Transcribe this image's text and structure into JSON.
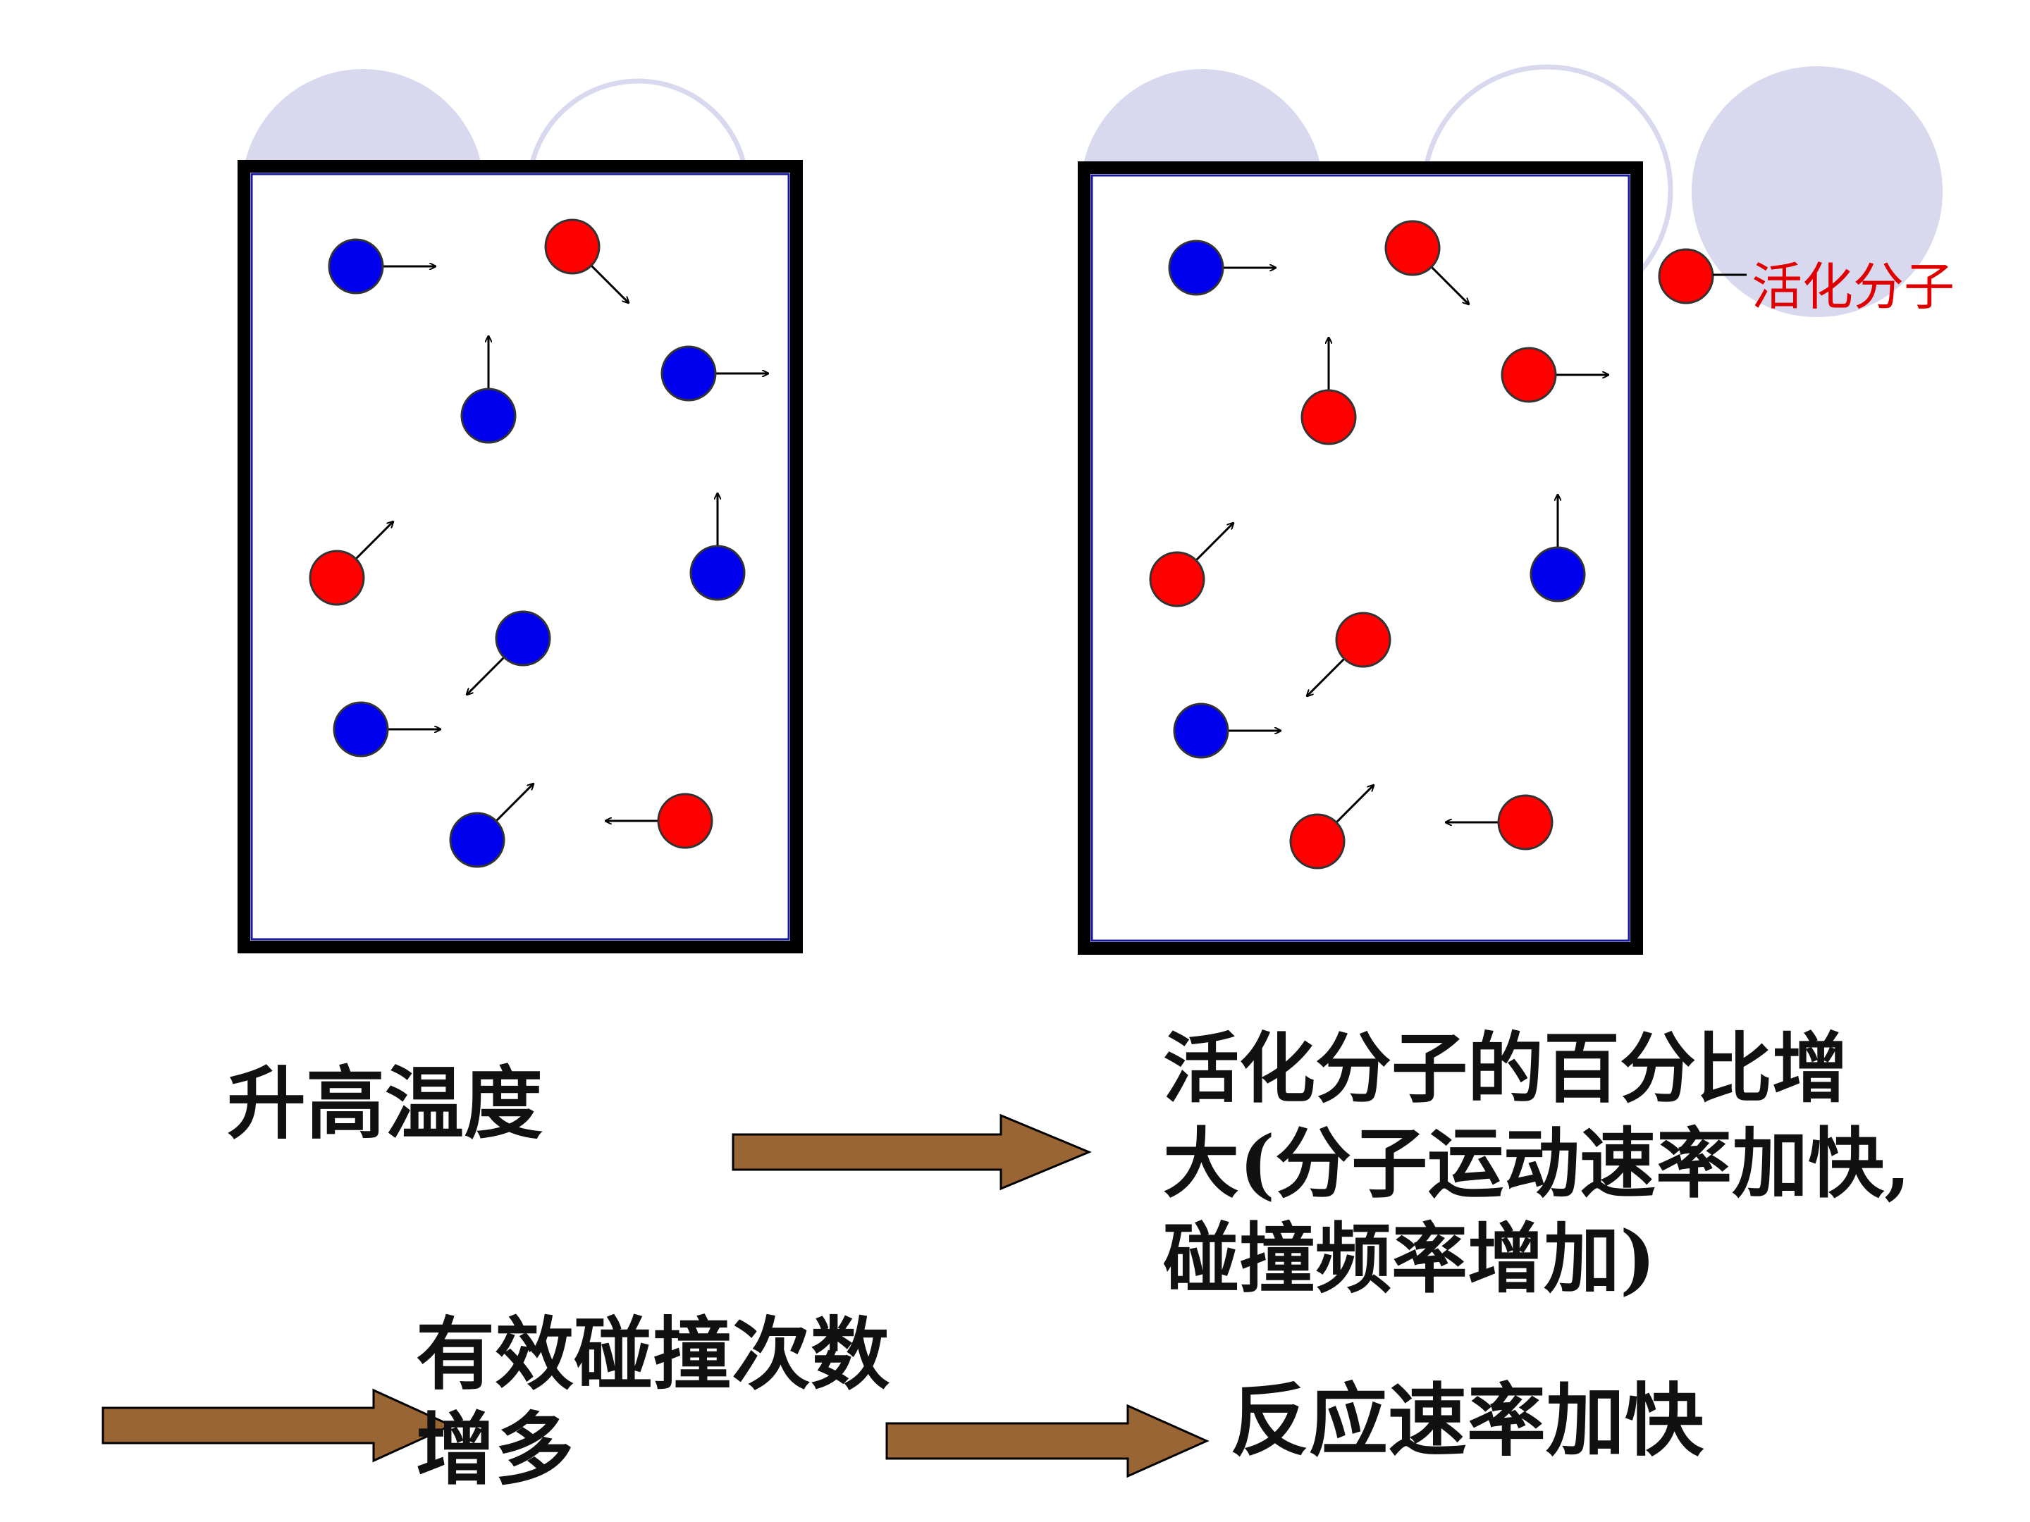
{
  "legend": {
    "label": "活化分子",
    "color": "#ff0000"
  },
  "captions": {
    "cause": "升高温度",
    "effect_lines": [
      "活化分子的百分比增",
      "大(分子运动速率加快,",
      "碰撞频率增加)"
    ],
    "collisions_lines": [
      "有效碰撞次数",
      "增多"
    ],
    "result": "反应速率加快"
  },
  "colors": {
    "active_molecule": "#ff0000",
    "normal_molecule": "#0000ee",
    "container_border": "#000000",
    "container_inner_border": "#1a1aa0",
    "flow_arrow_fill": "#9a6534",
    "decoration_circle": "#d8d8ee"
  },
  "containers": [
    {
      "id": "before",
      "molecules": [
        {
          "kind": "normal",
          "direction": "right"
        },
        {
          "kind": "active",
          "direction": "down-right"
        },
        {
          "kind": "normal",
          "direction": "up"
        },
        {
          "kind": "normal",
          "direction": "right"
        },
        {
          "kind": "active",
          "direction": "up-right"
        },
        {
          "kind": "normal",
          "direction": "up"
        },
        {
          "kind": "normal",
          "direction": "down-left"
        },
        {
          "kind": "normal",
          "direction": "right"
        },
        {
          "kind": "normal",
          "direction": "up-right"
        },
        {
          "kind": "active",
          "direction": "left"
        }
      ]
    },
    {
      "id": "after",
      "molecules": [
        {
          "kind": "normal",
          "direction": "right"
        },
        {
          "kind": "active",
          "direction": "down-right"
        },
        {
          "kind": "active",
          "direction": "up"
        },
        {
          "kind": "active",
          "direction": "right"
        },
        {
          "kind": "active",
          "direction": "up-right"
        },
        {
          "kind": "normal",
          "direction": "up"
        },
        {
          "kind": "active",
          "direction": "down-left"
        },
        {
          "kind": "normal",
          "direction": "right"
        },
        {
          "kind": "active",
          "direction": "up-right"
        },
        {
          "kind": "active",
          "direction": "left"
        }
      ]
    }
  ]
}
